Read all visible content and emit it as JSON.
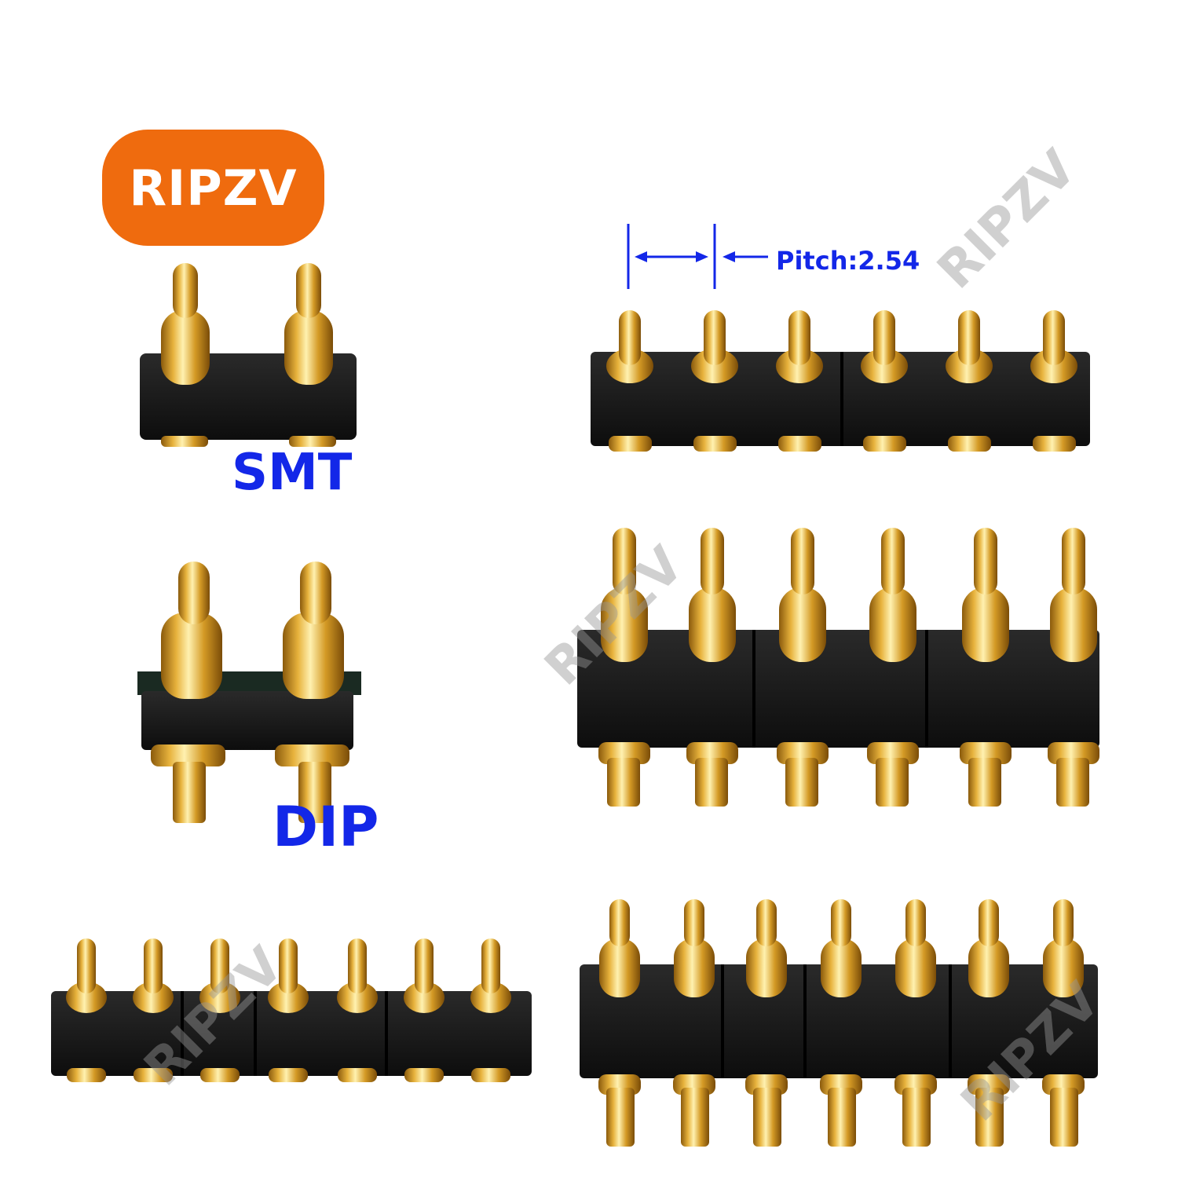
{
  "brand": {
    "name": "RIPZV",
    "color": "#ef6b0e"
  },
  "labels": {
    "smt": "SMT",
    "dip": "DIP",
    "pitch": "Pitch:2.54",
    "color": "#1327e8"
  },
  "watermark": {
    "text": "RIPZV"
  },
  "connectors": [
    {
      "id": "smt-2pin",
      "type": "SMT",
      "pins": 2
    },
    {
      "id": "dip-2pin",
      "type": "DIP",
      "pins": 2
    },
    {
      "id": "smt-6pin",
      "type": "SMT",
      "pins": 6
    },
    {
      "id": "dip-6pin",
      "type": "DIP",
      "pins": 6
    },
    {
      "id": "smt-7pin",
      "type": "SMT",
      "pins": 7
    },
    {
      "id": "dip-7pin",
      "type": "DIP",
      "pins": 7
    }
  ]
}
